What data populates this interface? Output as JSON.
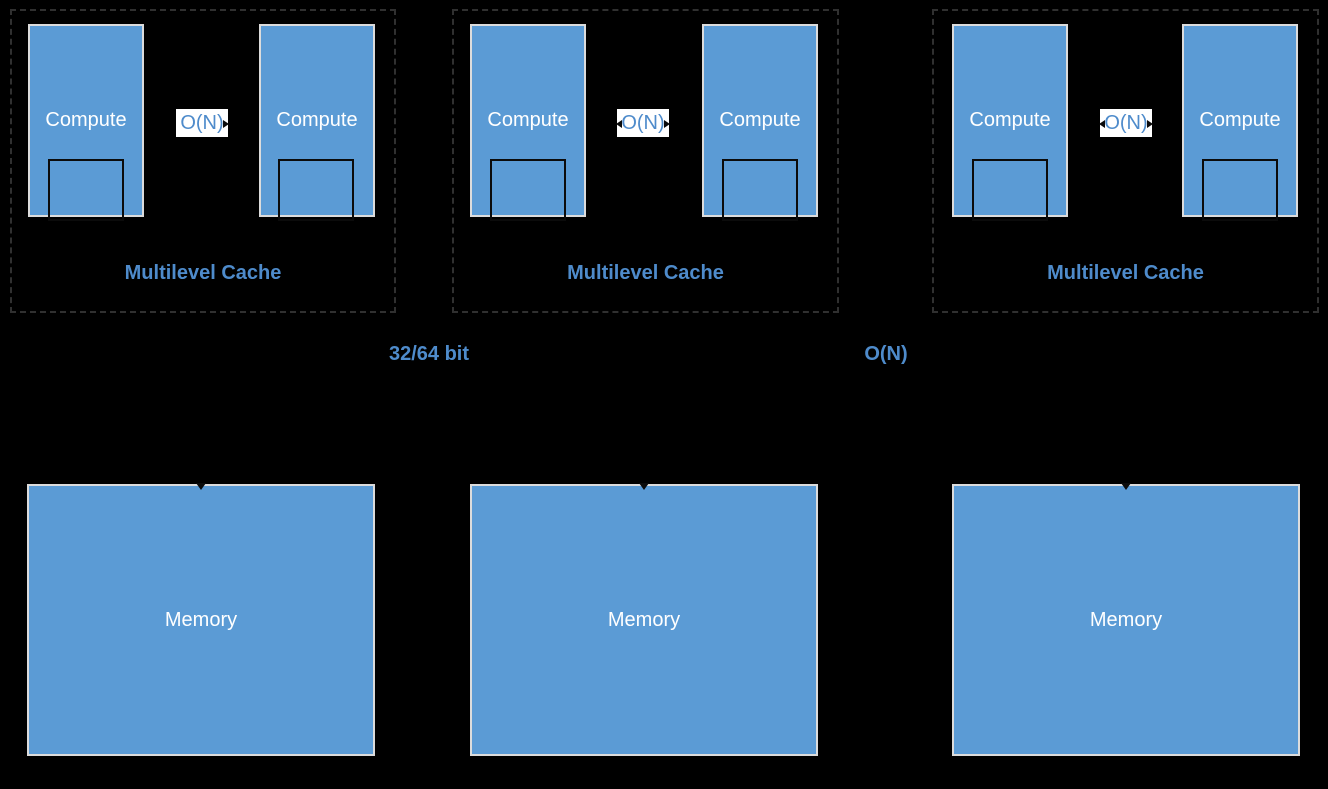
{
  "colors": {
    "background": "#000000",
    "box_fill": "#5B9BD5",
    "box_border": "#DCDCDC",
    "blue_text": "#4E8BCB",
    "white_text": "#FFFFFF",
    "dashed_boundary": "#303030",
    "interconnect_label_bg": "#FFFFFF",
    "connector": "#0B0B0B"
  },
  "groups": [
    {
      "compute_left": "Compute",
      "compute_right": "Compute",
      "interconnect_label": "O(N)",
      "cache_caption": "Multilevel Cache",
      "memory_label": "Memory"
    },
    {
      "compute_left": "Compute",
      "compute_right": "Compute",
      "interconnect_label": "O(N)",
      "cache_caption": "Multilevel Cache",
      "memory_label": "Memory"
    },
    {
      "compute_left": "Compute",
      "compute_right": "Compute",
      "interconnect_label": "O(N)",
      "cache_caption": "Multilevel Cache",
      "memory_label": "Memory"
    }
  ],
  "links": {
    "bus_width_label": "32/64 bit",
    "internode_label": "O(N)"
  }
}
